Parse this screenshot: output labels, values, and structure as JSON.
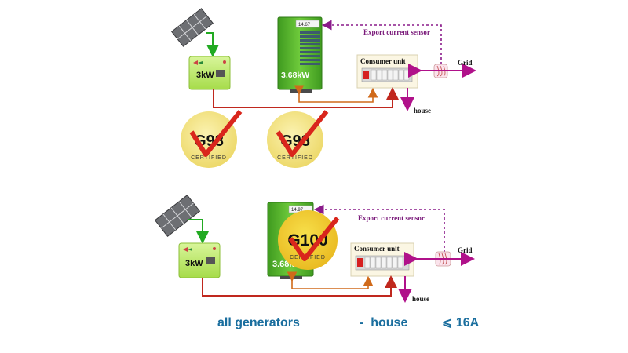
{
  "top": {
    "inverter": {
      "label": "3kW"
    },
    "battery": {
      "label": "3.68kW",
      "display": "14.67"
    },
    "consumer_unit": {
      "label": "Consumer unit"
    },
    "sensor_label": "Export current sensor",
    "grid_label": "Grid",
    "house_label": "house",
    "badges": [
      {
        "code": "G98",
        "sub": "CERTIFIED"
      },
      {
        "code": "G98",
        "sub": "CERTIFIED"
      }
    ]
  },
  "bottom": {
    "inverter": {
      "label": "3kW"
    },
    "battery": {
      "label": "3.68kW",
      "display": "14.97"
    },
    "consumer_unit": {
      "label": "Consumer unit"
    },
    "sensor_label": "Export current sensor",
    "grid_label": "Grid",
    "house_label": "house",
    "badge": {
      "code": "G100",
      "sub": "CERTIFIED"
    }
  },
  "formula": {
    "part1": "all generators",
    "part2": "-  house",
    "part3": "⩽ 16A"
  },
  "colors": {
    "green_arrow": "#22aa22",
    "dc_line": "#c0281e",
    "ac_line": "#d06a1a",
    "sensor_line": "#8a1a8a",
    "battery_green": "#5cb82e",
    "badge_yellow": "#f3e27a",
    "check_red": "#d9261c",
    "formula_blue": "#1a6e9e"
  }
}
